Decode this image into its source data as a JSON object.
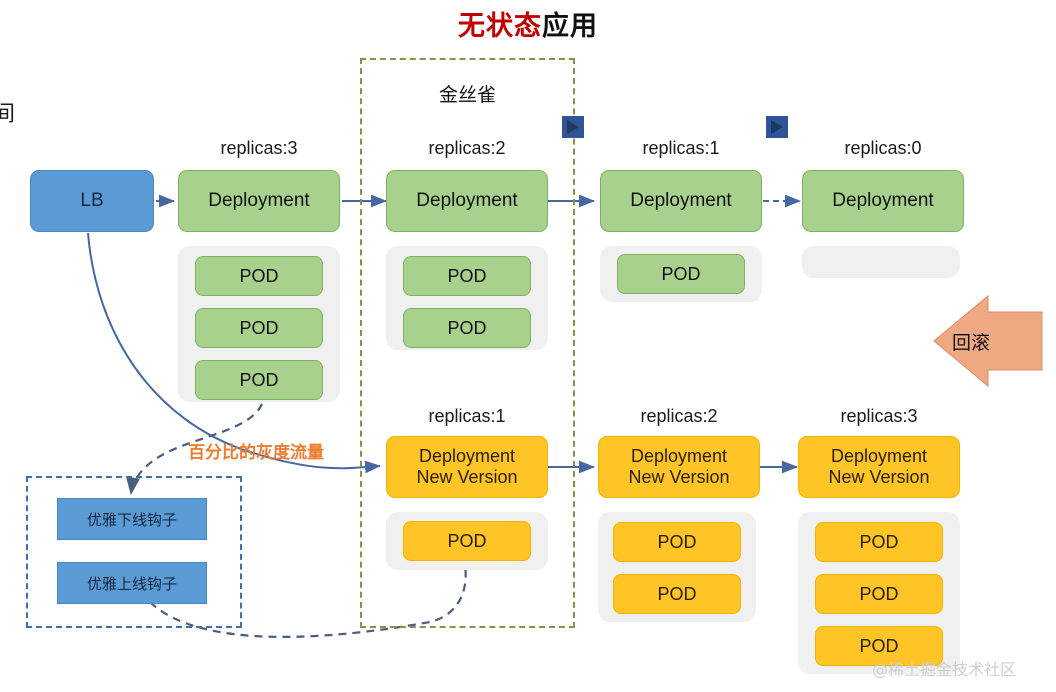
{
  "title": {
    "highlight": "无状态",
    "rest": "应用"
  },
  "edge_glyph": "间",
  "canary": {
    "label": "金丝雀"
  },
  "load_balancer": {
    "label": "LB"
  },
  "gray_traffic_label": "百分比的灰度流量",
  "rollback": {
    "label": "回滚"
  },
  "watermark": "@稀土掘金技术社区",
  "hooks": {
    "shutdown": "优雅下线钩子",
    "startup": "优雅上线钩子"
  },
  "old_version_columns": [
    {
      "replicas": "replicas:3",
      "deployment": "Deployment",
      "pods": [
        "POD",
        "POD",
        "POD"
      ]
    },
    {
      "replicas": "replicas:2",
      "deployment": "Deployment",
      "pods": [
        "POD",
        "POD"
      ]
    },
    {
      "replicas": "replicas:1",
      "deployment": "Deployment",
      "pods": [
        "POD"
      ]
    },
    {
      "replicas": "replicas:0",
      "deployment": "Deployment",
      "pods": []
    }
  ],
  "new_version_columns": [
    {
      "replicas": "replicas:1",
      "deployment_line1": "Deployment",
      "deployment_line2": "New Version",
      "pods": [
        "POD"
      ]
    },
    {
      "replicas": "replicas:2",
      "deployment_line1": "Deployment",
      "deployment_line2": "New Version",
      "pods": [
        "POD",
        "POD"
      ]
    },
    {
      "replicas": "replicas:3",
      "deployment_line1": "Deployment",
      "deployment_line2": "New Version",
      "pods": [
        "POD",
        "POD",
        "POD"
      ]
    }
  ],
  "colors": {
    "title_highlight": "#c00000",
    "old_version": "#a9d18e",
    "new_version": "#ffc425",
    "load_balancer": "#5b9bd5",
    "rollback_arrow": "#f0a882",
    "canary_frame": "#8a8f4a",
    "hooks_frame": "#3f6fa8",
    "connector": "#44689f",
    "gray_traffic_text": "#ed7d31",
    "pod_tray": "#f0f0f0"
  }
}
